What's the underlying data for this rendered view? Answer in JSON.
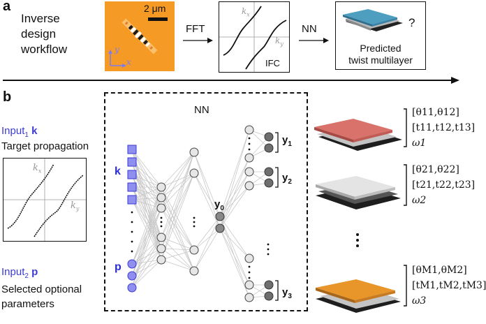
{
  "panel_a": {
    "label": "a",
    "workflow_title": [
      "Inverse",
      "design",
      "workflow"
    ],
    "scale_bar": "2 μm",
    "axis_y": "y",
    "axis_x": "x",
    "arrow1_label": "FFT",
    "ifc_kx": "k",
    "ifc_kx_sub": "x",
    "ifc_ky": "k",
    "ifc_ky_sub": "y",
    "ifc_label": "IFC",
    "arrow2_label": "NN",
    "question": "?",
    "predicted_line1": "Predicted",
    "predicted_line2": "twist multilayer"
  },
  "panel_b": {
    "label": "b",
    "input1_prefix": "Input",
    "input1_sub": "1",
    "input1_var": "k",
    "input1_desc": "Target propagation",
    "plot_kx": "k",
    "plot_kx_sub": "x",
    "plot_ky": "k",
    "plot_ky_sub": "y",
    "input2_prefix": "Input",
    "input2_sub": "2",
    "input2_var": "p",
    "input2_desc1": "Selected optional",
    "input2_desc2": "parameters",
    "nn_title": "NN",
    "k_label": "k",
    "p_label": "p",
    "y0": "y",
    "y0_sub": "0",
    "y1": "y",
    "y1_sub": "1",
    "y2": "y",
    "y2_sub": "2",
    "y3": "y",
    "y3_sub": "3",
    "params": [
      {
        "theta": "[θ11,θ12]",
        "t": "[t11,t12,t13]",
        "omega": "ω1",
        "color": "#d9726a"
      },
      {
        "theta": "[θ21,θ22]",
        "t": "[t21,t22,t23]",
        "omega": "ω2",
        "color": "#e0e0e0"
      },
      {
        "theta": "[θM1,θM2]",
        "t": "[tM1,tM2,tM3]",
        "omega": "ω3",
        "color": "#e8962a"
      }
    ]
  },
  "colors": {
    "input_node": "#8f8ff0",
    "hidden_node": "#e6e6e6",
    "output_node": "#6e6e6e",
    "field_bg": "#f59a24",
    "layer_blue": "#4e9ec0"
  }
}
